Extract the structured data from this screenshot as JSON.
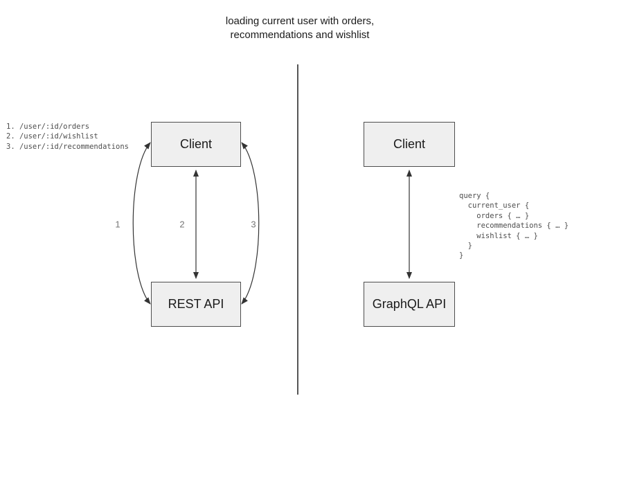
{
  "title": {
    "line1": "loading current user with orders,",
    "line2": "recommendations and wishlist"
  },
  "rest_panel": {
    "endpoints": [
      "1. /user/:id/orders",
      "2. /user/:id/wishlist",
      "3. /user/:id/recommendations"
    ],
    "client_label": "Client",
    "api_label": "REST API",
    "arrow_labels": [
      "1",
      "2",
      "3"
    ]
  },
  "graphql_panel": {
    "client_label": "Client",
    "api_label": "GraphQL API",
    "query_lines": [
      "query {",
      "  current_user {",
      "    orders { … }",
      "    recommendations { … }",
      "    wishlist { … }",
      "  }",
      "}"
    ]
  },
  "colors": {
    "background": "#ffffff",
    "box_fill": "#efefef",
    "box_border": "#4d4d4d",
    "box_text": "#1a1a1a",
    "arrow": "#333333",
    "divider": "#555555",
    "code_text": "#4d4d4d",
    "arrow_label_text": "#757575"
  }
}
